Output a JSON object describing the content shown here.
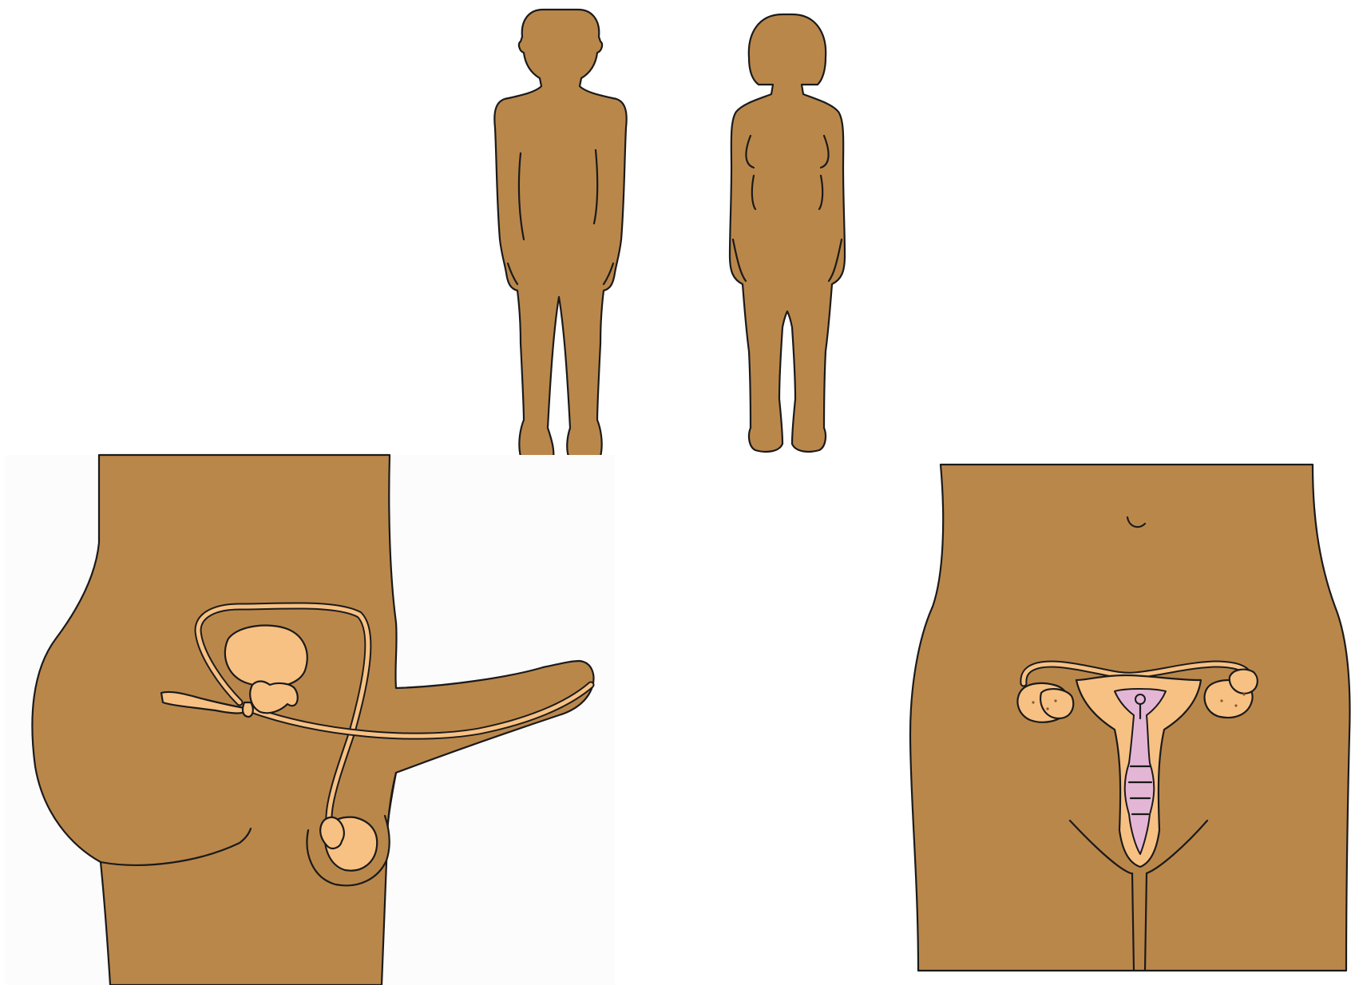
{
  "figure": {
    "background_color": "#ffffff",
    "skin_color": "#BA874B",
    "organ_color": "#F7C184",
    "uterus_lining_color": "#E4B6D6",
    "outline_color": "#1a1a1a"
  },
  "panels": [
    {
      "id": "male-silhouette",
      "kind": "full-body-silhouette"
    },
    {
      "id": "female-silhouette",
      "kind": "full-body-silhouette"
    },
    {
      "id": "male-reproductive-system",
      "kind": "side-view-cross-section"
    },
    {
      "id": "female-reproductive-system",
      "kind": "front-view-cross-section"
    }
  ]
}
